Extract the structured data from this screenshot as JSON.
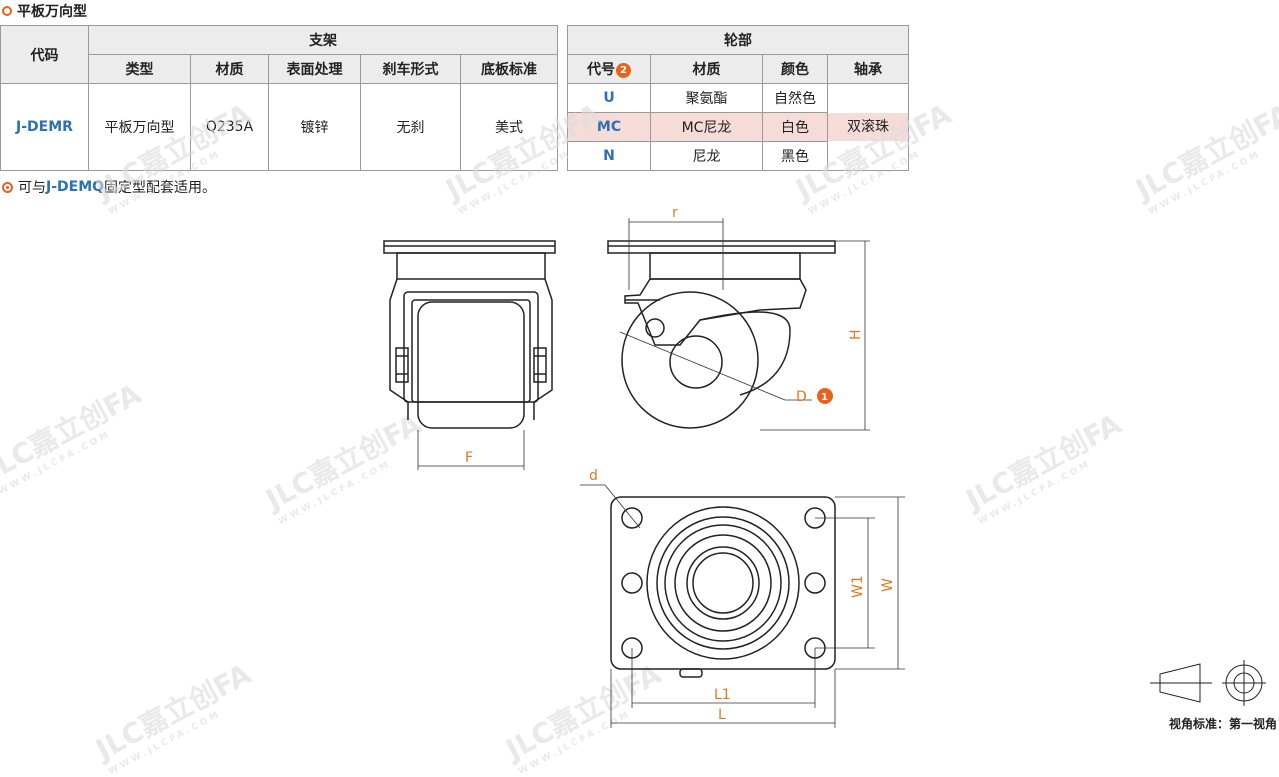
{
  "title": "平板万向型",
  "table": {
    "h_code": "代码",
    "h_bracket": "支架",
    "h_wheel": "轮部",
    "h_type": "类型",
    "h_material": "材质",
    "h_surface": "表面处理",
    "h_brake": "刹车形式",
    "h_plate": "底板标准",
    "h_wcode": "代号",
    "h_wmaterial": "材质",
    "h_color": "颜色",
    "h_bearing": "轴承",
    "badge2": "2",
    "code": "J-DEMR",
    "type": "平板万向型",
    "material": "Q235A",
    "surface": "镀锌",
    "brake": "无刹",
    "plate": "美式",
    "bearing": "双滚珠",
    "wheels": [
      {
        "code": "U",
        "material": "聚氨酯",
        "color": "自然色"
      },
      {
        "code": "MC",
        "material": "MC尼龙",
        "color": "白色"
      },
      {
        "code": "N",
        "material": "尼龙",
        "color": "黑色"
      }
    ]
  },
  "note": {
    "pre": "可与",
    "code": "J-DEMQ",
    "post": "固定型配套适用。"
  },
  "dims": {
    "r": "r",
    "H": "H",
    "D": "D",
    "badge1": "1",
    "F": "F",
    "d": "d",
    "W1": "W1",
    "W": "W",
    "L1": "L1",
    "L": "L"
  },
  "view_label": "视角标准：第一视角",
  "watermark": {
    "brand": "JLC嘉立创FA",
    "site": "WWW.JLCFA.COM"
  },
  "colors": {
    "accent": "#e8621a",
    "code_blue": "#2a72b5",
    "highlight": "#f6dcd9"
  }
}
